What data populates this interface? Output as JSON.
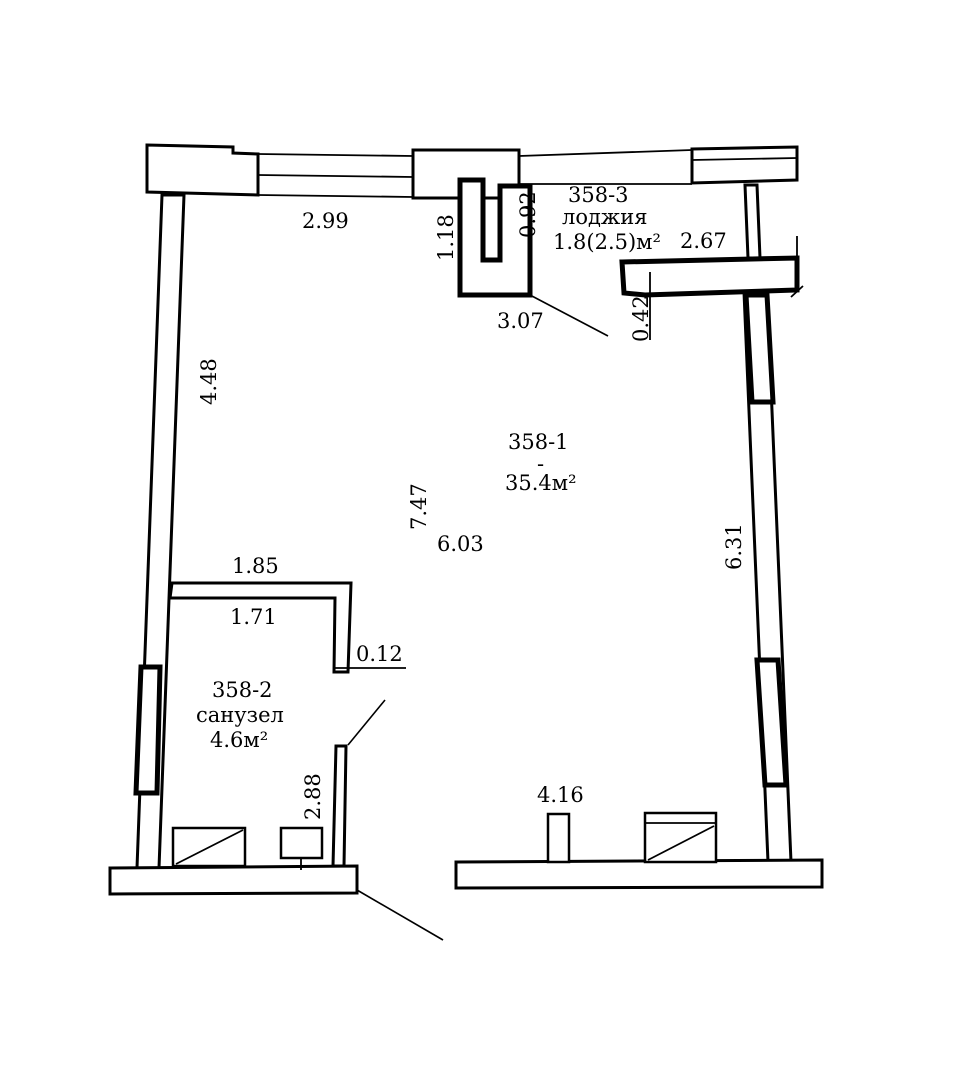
{
  "rooms": {
    "main": {
      "id": "358-1",
      "separator": "-",
      "area": "35.4м²"
    },
    "bathroom": {
      "id": "358-2",
      "name": "санузел",
      "area": "4.6м²"
    },
    "loggia": {
      "id": "358-3",
      "name": "лоджия",
      "area": "1.8(2.5)м²"
    }
  },
  "dimensions": {
    "d_2_99": "2.99",
    "d_1_18": "1.18",
    "d_0_92": "0.92",
    "d_2_67": "2.67",
    "d_3_07": "3.07",
    "d_0_42": "0.42",
    "d_4_48": "4.48",
    "d_7_47": "7.47",
    "d_6_03": "6.03",
    "d_6_31": "6.31",
    "d_1_85": "1.85",
    "d_1_71": "1.71",
    "d_0_12": "0.12",
    "d_2_88": "2.88",
    "d_4_16": "4.16"
  },
  "colors": {
    "ink": "#000000",
    "paper": "#ffffff"
  }
}
